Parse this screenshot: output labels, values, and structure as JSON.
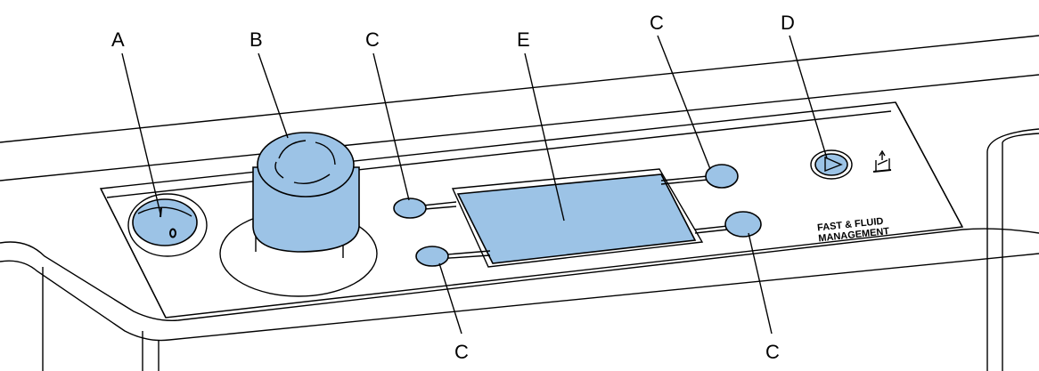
{
  "callouts": {
    "a": "A",
    "b": "B",
    "c_top_left": "C",
    "e": "E",
    "c_top_right": "C",
    "d": "D",
    "c_bottom_left": "C",
    "c_bottom_right": "C"
  },
  "panel_label": {
    "line1": "FAST & FLUID",
    "line2": "MANAGEMENT"
  },
  "colors": {
    "highlight": "#9cc3e6",
    "outline": "#000000",
    "background": "#ffffff"
  },
  "icons": {
    "power_switch": "power-rocker-switch-icon",
    "emergency_stop": "emergency-stop-knob-icon",
    "start_button": "play-triangle-icon",
    "bed_symbol": "patient-bed-icon"
  }
}
